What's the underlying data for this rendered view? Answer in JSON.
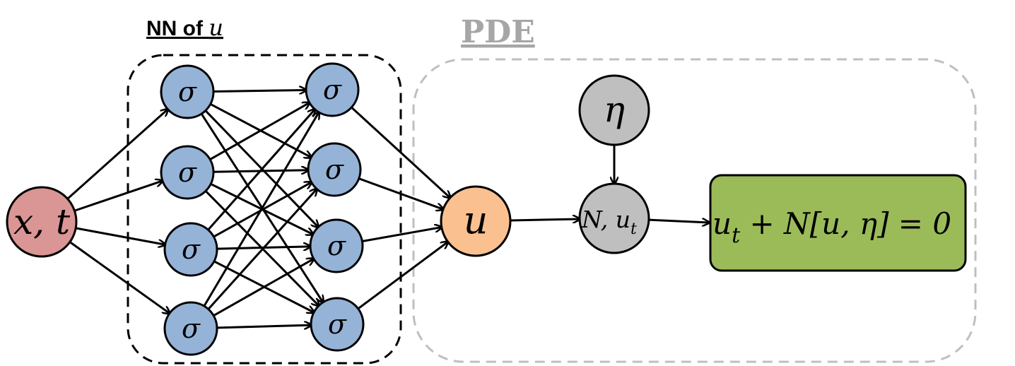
{
  "nn_box": {
    "title": "NN of ",
    "title_var": "u"
  },
  "pde_box": {
    "title": "PDE"
  },
  "input_node": {
    "label": "x, t",
    "color": "#d99694"
  },
  "hidden_layer_1": {
    "nodes": [
      {
        "label": "σ"
      },
      {
        "label": "σ"
      },
      {
        "label": "σ"
      },
      {
        "label": "σ"
      }
    ],
    "color": "#95b3d7"
  },
  "hidden_layer_2": {
    "nodes": [
      {
        "label": "σ"
      },
      {
        "label": "σ"
      },
      {
        "label": "σ"
      },
      {
        "label": "σ"
      }
    ],
    "color": "#95b3d7"
  },
  "output_node": {
    "label": "u",
    "color": "#fac090"
  },
  "eta_node": {
    "label": "η",
    "color": "#bfbfbf"
  },
  "operator_node": {
    "label_main": "N, u",
    "label_sub": "t",
    "color": "#bfbfbf"
  },
  "equation_box": {
    "part1": "u",
    "part1_sub": "t",
    "part2": " + N[u, η] = 0",
    "color": "#9bbb59"
  }
}
